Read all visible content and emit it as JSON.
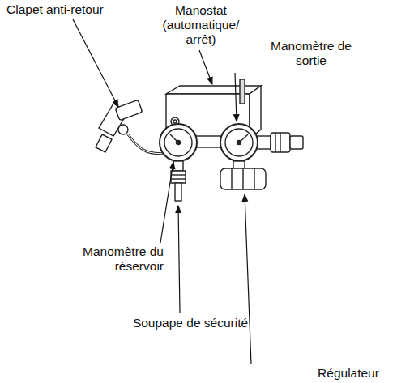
{
  "diagram": {
    "labels": [
      "Clapet anti-retour",
      "Manostat (automatique/ arrêt)",
      "Manomètre de sortie",
      "Manomètre du réservoir",
      "Soupape de sécurité",
      "Régulateur"
    ]
  }
}
